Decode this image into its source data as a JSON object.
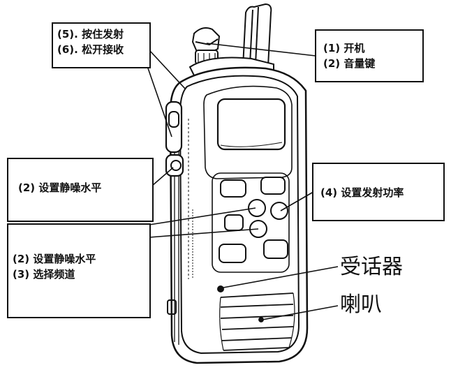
{
  "labels": {
    "ptt": {
      "line1": "(5). 按住发射",
      "line2": "(6). 松开接收"
    },
    "power": {
      "line1": "(1) 开机",
      "line2": "(2) 音量键"
    },
    "squelch": {
      "line1": "(2) 设置静噪水平"
    },
    "tx_power": {
      "line1": "(4) 设置发射功率"
    },
    "channel": {
      "line1": "(2) 设置静噪水平",
      "line2": "(3) 选择频道"
    },
    "microphone": "受话器",
    "speaker": "喇叭"
  }
}
